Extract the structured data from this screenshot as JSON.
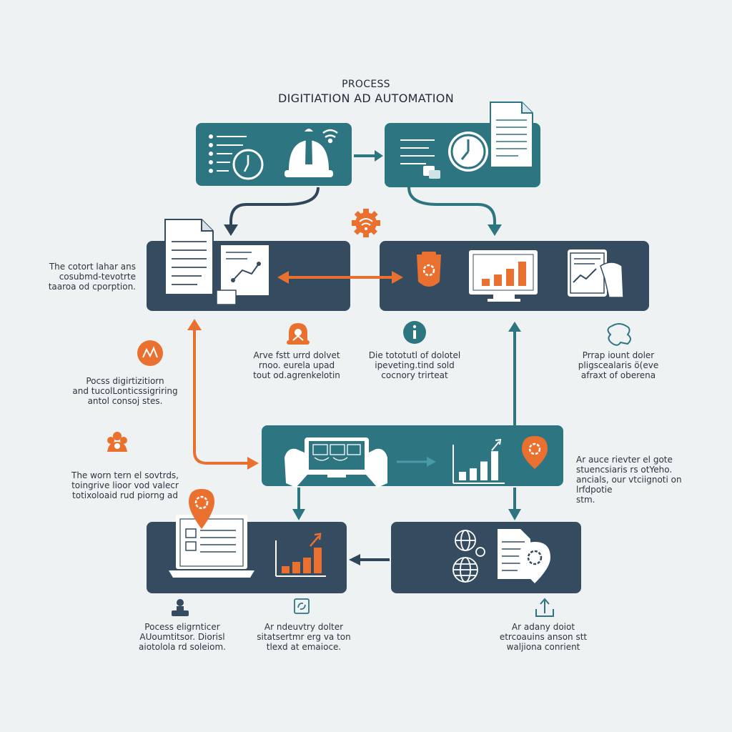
{
  "title": {
    "line1": "PROCESS",
    "line2": "DIGITIATION AD AUTOMATION"
  },
  "captions": {
    "left_top": [
      "The cotort lahar ans",
      "cosubmd-tevotrte",
      "taaroa od cporption."
    ],
    "left_mid": [
      "Pocss digirtizitiorn",
      "and tucolLonticssigriring",
      "antol consoj stes."
    ],
    "left_low": [
      "The worn tern el sovtrds,",
      "toingrive lioor vod valecr",
      "totixoloaid rud piorng ad"
    ],
    "mid_a": [
      "Arve fstt urrd dolvet",
      "rnoo. eurela upad",
      "tout od.agrenkelotin"
    ],
    "mid_b": [
      "Die tototutl of dolotel",
      "ipeveting.tind sold",
      "cocnory trirteat"
    ],
    "right_top": [
      "Prrap iount doler",
      "pligscealaris ö(eve",
      "afraxt of oberena"
    ],
    "right_mid": [
      "Ar auce rievter el gote",
      "stuencsiaris rs otYeho.",
      "ancials, our vtciignoti on",
      "lrfdpotie",
      "stm."
    ],
    "bottom_a": [
      "Pocess eligrnticer",
      "AUoumtitsor. Diorisl",
      "aiotolola rd soleiom."
    ],
    "bottom_b": [
      "Ar ndeuvtry dolter",
      "sitatsertmr erg va ton",
      "tlexd at emaioce."
    ],
    "bottom_c": [
      "Ar adany doiot",
      "etrcoauins anson stt",
      "waljiona conrient"
    ]
  },
  "chart_data": [
    {
      "type": "bar",
      "values": [
        1,
        1.6,
        2.4,
        3.4
      ],
      "title": "",
      "context": "monitor chart, row 2 right box"
    },
    {
      "type": "bar",
      "values": [
        1,
        1.4,
        2.2,
        3.4
      ],
      "title": "",
      "context": "growth chart, row 3"
    },
    {
      "type": "bar",
      "values": [
        1,
        1.6,
        2.2,
        3.6
      ],
      "title": "",
      "context": "growth chart, row 4 left box"
    }
  ],
  "colors": {
    "teal": "#2e7582",
    "navy": "#354c60",
    "orange": "#ea7030",
    "background": "#eef2f2"
  },
  "icons": [
    "checklist-icon",
    "clock-icon",
    "hard-hat-icon",
    "wifi-icon",
    "document-icon",
    "gear-wifi-icon",
    "chart-panel-icon",
    "shield-gear-icon",
    "monitor-chart-icon",
    "tablet-chart-icon",
    "robot-icon",
    "info-icon",
    "puzzle-icon",
    "hands-tablet-icon",
    "growth-chart-icon",
    "location-gear-icon",
    "laptop-icon",
    "globe-icon",
    "user-icon",
    "sync-icon",
    "upload-icon"
  ]
}
